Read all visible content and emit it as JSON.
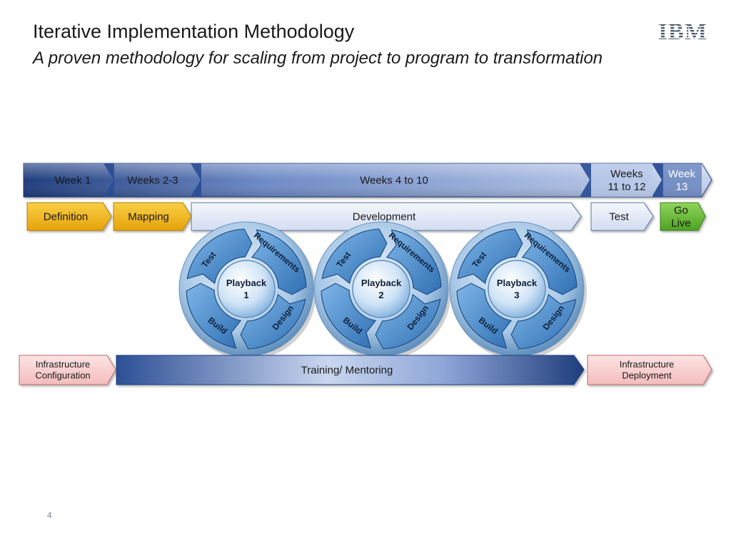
{
  "slide": {
    "title": "Iterative Implementation Methodology",
    "subtitle": "A proven methodology for scaling from project to program to transformation",
    "page_number": "4",
    "logo_text": "IBM"
  },
  "timeline": {
    "weeks": [
      {
        "lines": [
          "Week 1"
        ]
      },
      {
        "lines": [
          "Weeks 2-3"
        ]
      },
      {
        "lines": [
          "Weeks 4 to 10"
        ]
      },
      {
        "lines": [
          "Weeks",
          "11 to 12"
        ]
      },
      {
        "lines": [
          "Week",
          "13"
        ]
      }
    ],
    "phases": [
      {
        "lines": [
          "Definition"
        ],
        "color": "#f2b81c"
      },
      {
        "lines": [
          "Mapping"
        ],
        "color": "#f2b81c"
      },
      {
        "lines": [
          "Development"
        ],
        "color": "#dfe6f4"
      },
      {
        "lines": [
          "Test"
        ],
        "color": "#dfe6f4"
      },
      {
        "lines": [
          "Go",
          "Live"
        ],
        "color": "#6fbf3c"
      }
    ],
    "support": [
      {
        "lines": [
          "Infrastructure",
          "Configuration"
        ],
        "color": "#f8cdcd"
      },
      {
        "lines": [
          "Training/ Mentoring"
        ],
        "color": "#2d4f95"
      },
      {
        "lines": [
          "Infrastructure",
          "Deployment"
        ],
        "color": "#f8cdcd"
      }
    ]
  },
  "playbacks": [
    {
      "title": "Playback",
      "number": "1"
    },
    {
      "title": "Playback",
      "number": "2"
    },
    {
      "title": "Playback",
      "number": "3"
    }
  ],
  "cycle_steps": [
    "Requirements",
    "Design",
    "Build",
    "Test"
  ],
  "colors": {
    "dark_blue": "#1f3d7d",
    "bar_light": "#c7d4ee",
    "wheel_blue": "#3a7fc4",
    "wheel_light": "#9cc6ee"
  }
}
